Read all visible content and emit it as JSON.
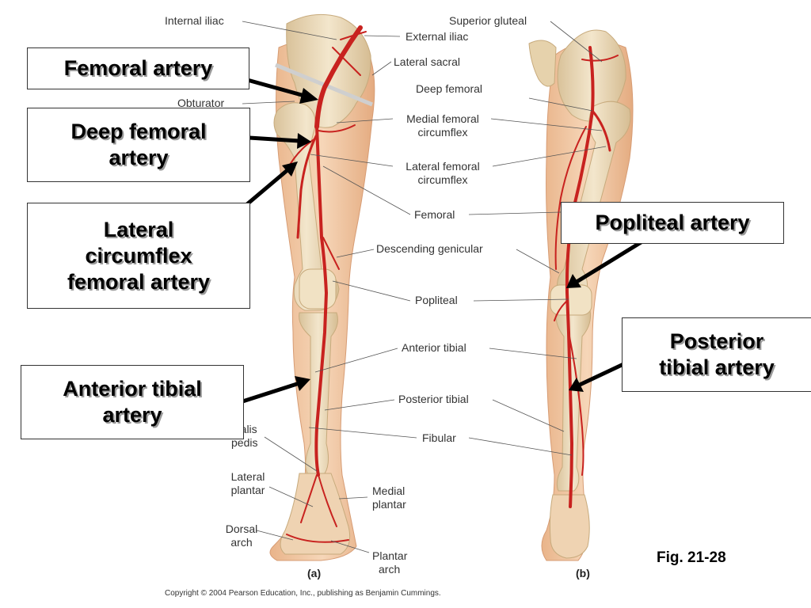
{
  "labels": {
    "internal_iliac": "Internal iliac",
    "external_iliac": "External iliac",
    "lateral_sacral": "Lateral sacral",
    "obturator": "Obturator",
    "superior_gluteal": "Superior gluteal",
    "deep_femoral": "Deep femoral",
    "medial_femoral_circumflex_1": "Medial femoral",
    "medial_femoral_circumflex_2": "circumflex",
    "lateral_femoral_circumflex_1": "Lateral femoral",
    "lateral_femoral_circumflex_2": "circumflex",
    "femoral": "Femoral",
    "descending_genicular": "Descending genicular",
    "popliteal": "Popliteal",
    "anterior_tibial": "Anterior tibial",
    "posterior_tibial": "Posterior tibial",
    "fibular": "Fibular",
    "dorsalis_pedis_1": "rsalis",
    "dorsalis_pedis_2": "pedis",
    "lateral_plantar_1": "Lateral",
    "lateral_plantar_2": "plantar",
    "medial_plantar_1": "Medial",
    "medial_plantar_2": "plantar",
    "dorsal_arch_1": "Dorsal",
    "dorsal_arch_2": "arch",
    "plantar_arch_1": "Plantar",
    "plantar_arch_2": "arch"
  },
  "callouts": {
    "femoral_artery": [
      "Femoral artery"
    ],
    "deep_femoral_artery": [
      "Deep femoral",
      "artery"
    ],
    "lateral_circumflex": [
      "Lateral",
      "circumflex",
      "femoral artery"
    ],
    "anterior_tibial_artery": [
      "Anterior tibial",
      "artery"
    ],
    "popliteal_artery": [
      "Popliteal artery"
    ],
    "posterior_tibial_artery": [
      "Posterior",
      "tibial artery"
    ]
  },
  "panels": {
    "a": "(a)",
    "b": "(b)"
  },
  "figure": "Fig. 21-28",
  "copyright": "Copyright © 2004 Pearson Education, Inc., publishing as Benjamin Cummings.",
  "colors": {
    "skin": "#f2c9a3",
    "bone": "#ead9b8",
    "artery": "#c8221f",
    "pointer": "#000000"
  }
}
